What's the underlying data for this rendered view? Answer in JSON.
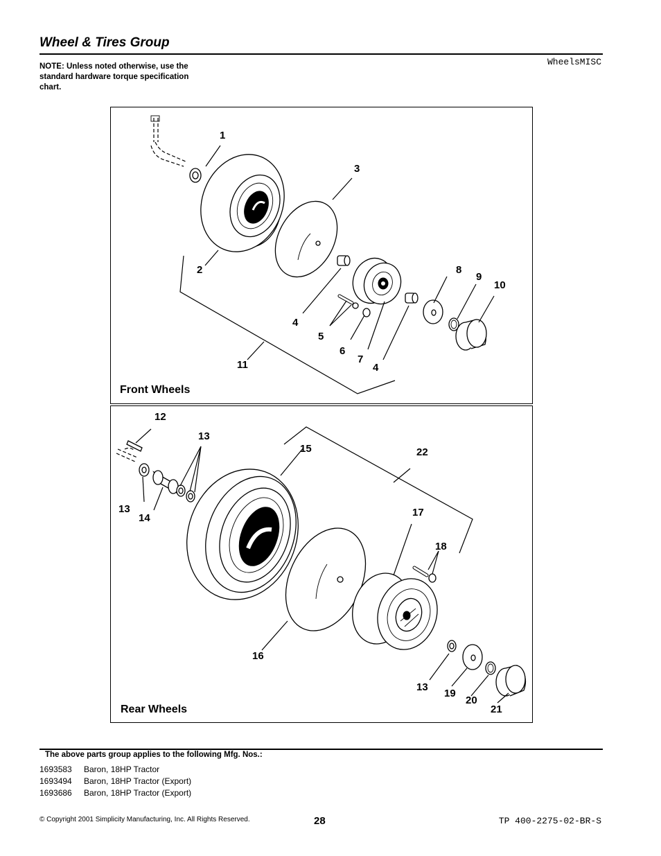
{
  "header": {
    "title": "Wheel & Tires Group",
    "code": "WheelsMISC",
    "note": "NOTE: Unless noted otherwise, use the standard hardware torque specification chart."
  },
  "front_panel": {
    "label": "Front Wheels",
    "callouts": [
      "1",
      "2",
      "3",
      "4",
      "5",
      "6",
      "7",
      "4",
      "8",
      "9",
      "10",
      "11"
    ]
  },
  "rear_panel": {
    "label": "Rear Wheels",
    "callouts": [
      "12",
      "13",
      "13",
      "14",
      "15",
      "22",
      "17",
      "18",
      "16",
      "13",
      "19",
      "20",
      "21"
    ]
  },
  "footer": {
    "applies": "The above parts group applies to the following Mfg. Nos.:",
    "mfg": [
      {
        "no": "1693583",
        "desc": "Baron, 18HP Tractor"
      },
      {
        "no": "1693494",
        "desc": "Baron, 18HP Tractor (Export)"
      },
      {
        "no": "1693686",
        "desc": "Baron, 18HP Tractor (Export)"
      }
    ],
    "copyright": "© Copyright  2001 Simplicity Manufacturing, Inc. All Rights Reserved.",
    "page": "28",
    "doc_id": "TP 400-2275-02-BR-S"
  }
}
